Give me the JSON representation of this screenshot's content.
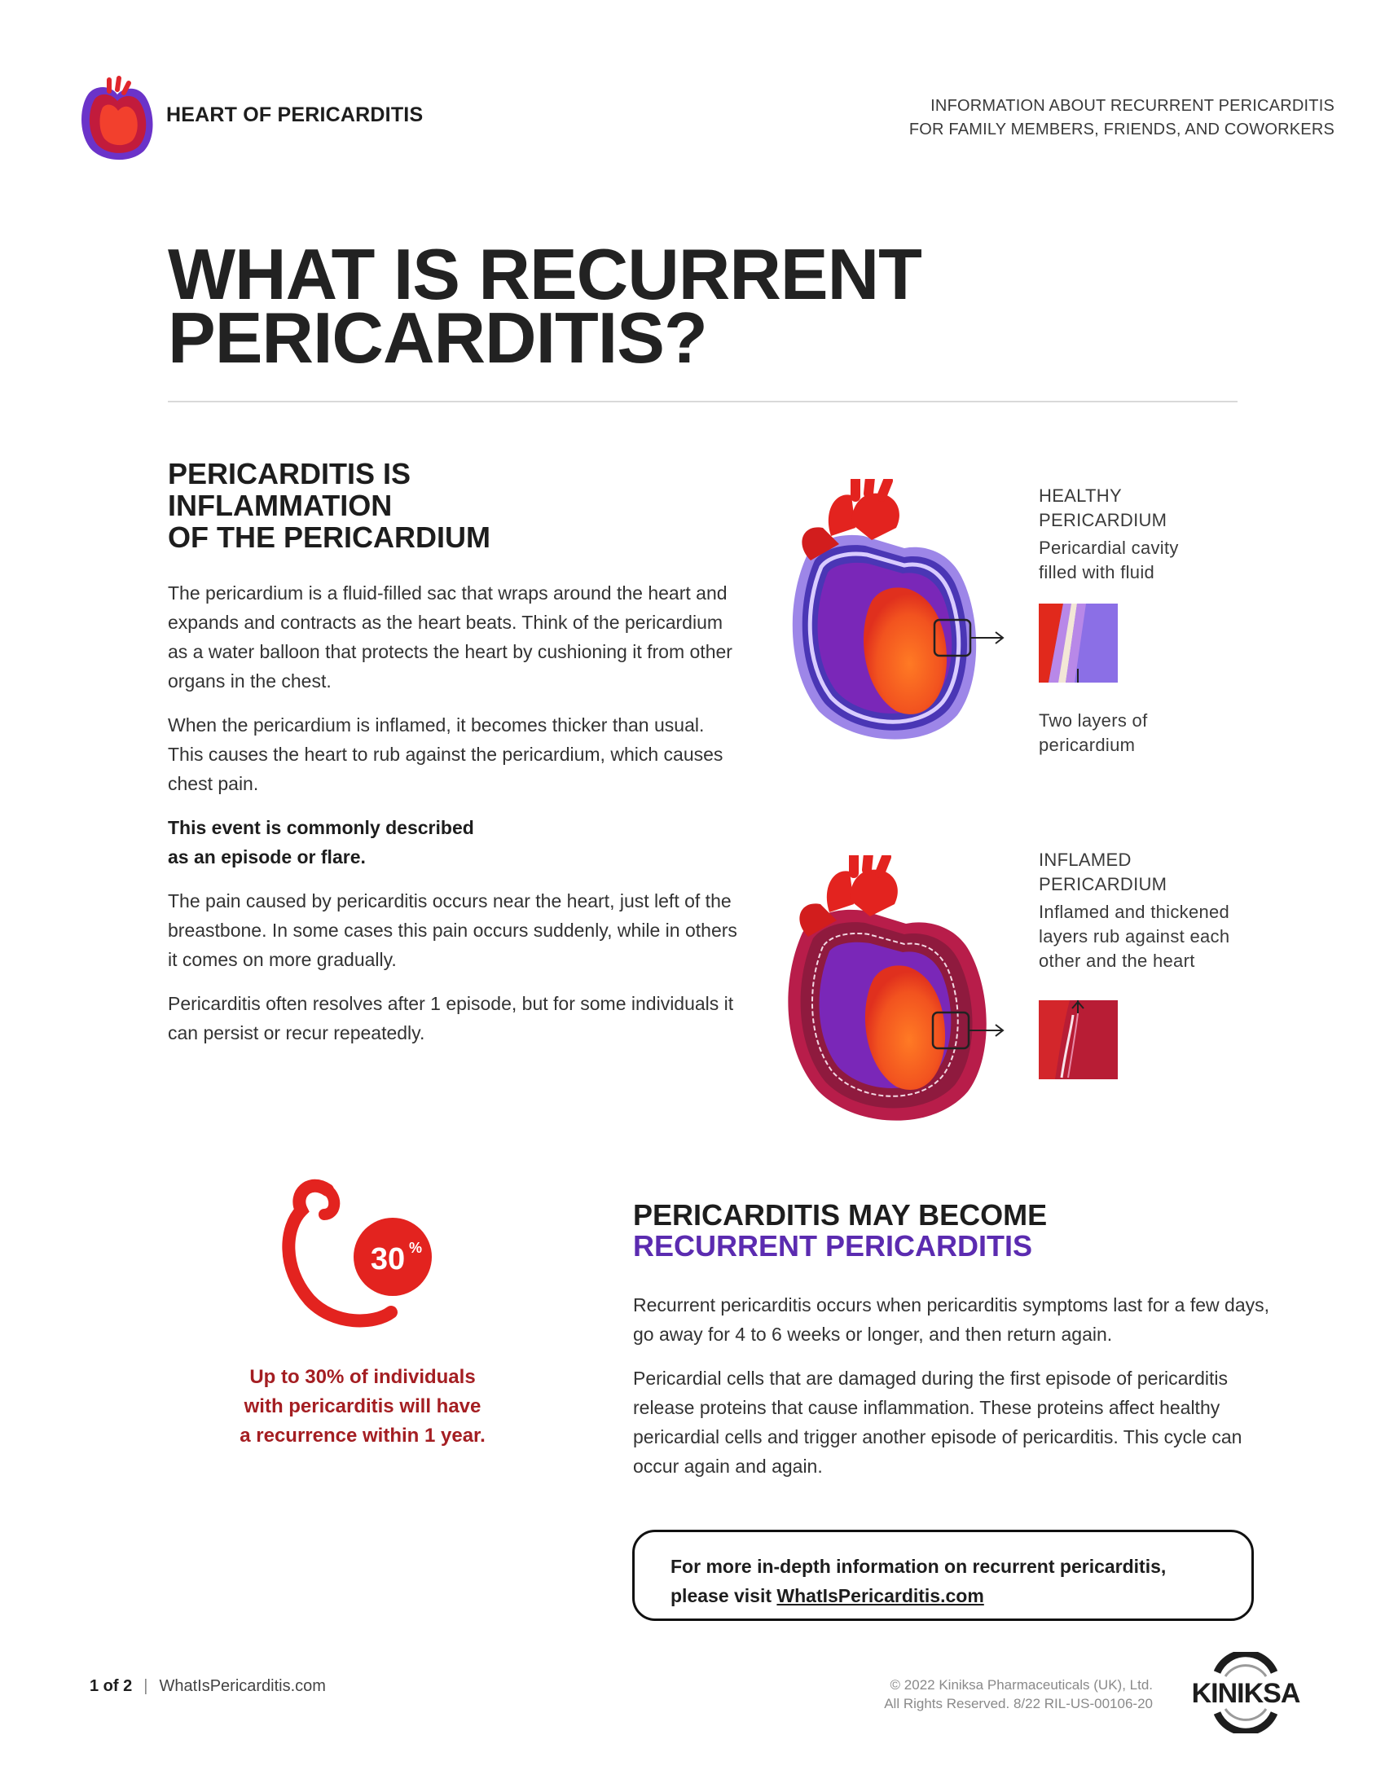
{
  "header": {
    "brand": "HEART OF PERICARDITIS",
    "tagline_line1": "INFORMATION ABOUT RECURRENT PERICARDITIS",
    "tagline_line2": "FOR FAMILY MEMBERS, FRIENDS, AND COWORKERS",
    "logo_icon": "heart-logo-icon"
  },
  "title": {
    "line1": "WHAT IS RECURRENT",
    "line2": "PERICARDITIS?"
  },
  "section1": {
    "heading_line1": "PERICARDITIS IS",
    "heading_line2": "INFLAMMATION",
    "heading_line3": "OF THE PERICARDIUM",
    "p1": "The pericardium is a fluid-filled sac that wraps around the heart and expands and contracts as the heart beats. Think of the pericardium as a water balloon that protects the heart by cushioning it from other organs in the chest.",
    "p2": "When the pericardium is inflamed, it becomes thicker than usual. This causes the heart to rub against the pericardium, which causes chest pain.",
    "p3_line1": "This event is commonly described",
    "p3_line2": "as an episode or flare.",
    "p4": "The pain caused by pericarditis occurs near the heart, just left of the breastbone. In some cases this pain occurs suddenly, while in others it comes on more gradually.",
    "p5": "Pericarditis often resolves after 1 episode, but for some individuals it can persist or recur repeatedly."
  },
  "diagram_healthy": {
    "title_line1": "HEALTHY",
    "title_line2": "PERICARDIUM",
    "desc_line1": "Pericardial cavity",
    "desc_line2": "filled with fluid",
    "callout_line1": "Two layers of",
    "callout_line2": "pericardium"
  },
  "diagram_inflamed": {
    "title_line1": "INFLAMED",
    "title_line2": "PERICARDIUM",
    "desc_line1": "Inflamed and thickened",
    "desc_line2": "layers rub against each",
    "desc_line3": "other and the heart"
  },
  "stat": {
    "value": "30",
    "unit": "%",
    "line1": "Up to 30% of individuals",
    "line2": "with pericarditis will have",
    "line3": "a recurrence within 1 year."
  },
  "section2": {
    "heading_line1": "PERICARDITIS MAY BECOME",
    "heading_line2": "RECURRENT PERICARDITIS",
    "p1": "Recurrent pericarditis occurs when pericarditis symptoms last for a few days, go away for 4 to 6 weeks or longer, and then return again.",
    "p2": "Pericardial cells that are damaged during the first episode of pericarditis release proteins that cause inflammation. These proteins affect healthy pericardial cells and trigger another episode of pericarditis. This cycle can occur again and again."
  },
  "info_box": {
    "line1": "For more in-depth information on recurrent pericarditis,",
    "line2_prefix": "please visit ",
    "link": "WhatIsPericarditis.com"
  },
  "footer": {
    "page": "1 of 2",
    "separator": "|",
    "site": "WhatIsPericarditis.com",
    "copyright_line1": "© 2022 Kiniksa Pharmaceuticals (UK), Ltd.",
    "copyright_line2": "All Rights Reserved. 8/22 RIL-US-00106-20",
    "company_logo": "KINIKSA"
  },
  "colors": {
    "stat_red": "#a41e22",
    "accent_purple": "#5b2bb0",
    "heart_red": "#e3231f",
    "heart_orange": "#f26a1f",
    "pericardium_purple": "#8a6ee0"
  }
}
